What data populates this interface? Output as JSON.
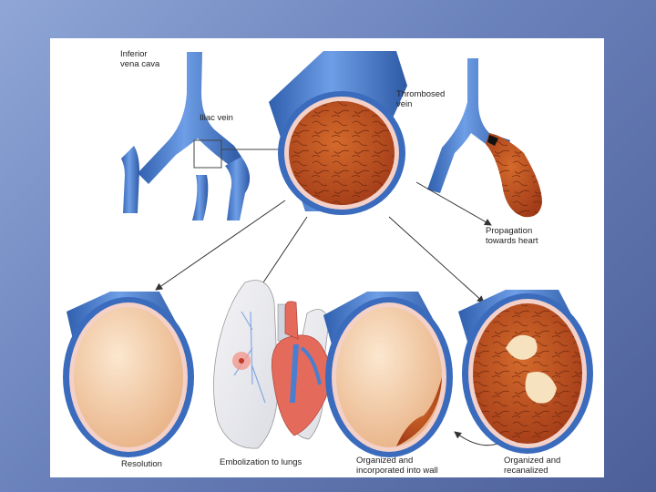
{
  "labels": {
    "inferior_vena_cava": "Inferior\nvena cava",
    "iliac_vein": "Iliac vein",
    "thrombosed_vein": "Thrombosed\nvein",
    "propagation": "Propagation\ntowards heart",
    "resolution": "Resolution",
    "embolization": "Embolization to lungs",
    "organized_incorporated": "Organized and\nincorporated into wall",
    "organized_recanalized": "Organized and\nrecanalized"
  },
  "colors": {
    "vein_blue": "#4a7fd0",
    "thrombus": "#b8461d",
    "vessel_wall": "#f3d0c8",
    "background_gradient": "#6a81bb"
  }
}
